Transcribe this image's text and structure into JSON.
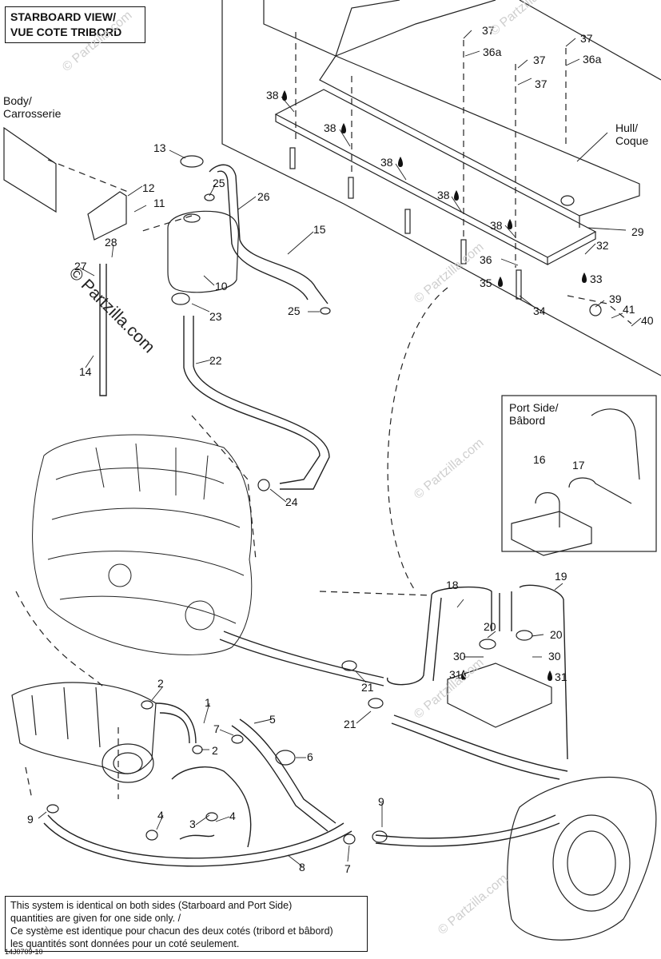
{
  "header": {
    "title_line1": "STARBOARD VIEW/",
    "title_line2": "VUE COTE TRIBORD"
  },
  "side_labels": {
    "body_line1": "Body/",
    "body_line2": "Carrosserie",
    "hull_line1": "Hull/",
    "hull_line2": "Coque",
    "port_line1": "Port Side/",
    "port_line2": "Bâbord"
  },
  "callouts": [
    "1",
    "2",
    "2",
    "3",
    "4",
    "4",
    "5",
    "6",
    "7",
    "7",
    "8",
    "9",
    "9",
    "10",
    "11",
    "12",
    "13",
    "14",
    "15",
    "16",
    "17",
    "18",
    "19",
    "20",
    "20",
    "21",
    "21",
    "22",
    "23",
    "24",
    "25",
    "25",
    "26",
    "27",
    "28",
    "29",
    "30",
    "30",
    "31",
    "31",
    "32",
    "33",
    "34",
    "35",
    "36",
    "36a",
    "36a",
    "37",
    "37",
    "37",
    "38",
    "38",
    "38",
    "38",
    "38",
    "39",
    "40",
    "41"
  ],
  "note": {
    "line1": "This system is identical on both sides (Starboard and Port Side)",
    "line2": "quantities are given for one side only. /",
    "line3": "Ce système est identique pour chacun des deux cotés (tribord et bâbord)",
    "line4": "les quantités sont données pour un coté seulement."
  },
  "watermark": "© Partzilla.com",
  "figure_code": "14J0709-10"
}
